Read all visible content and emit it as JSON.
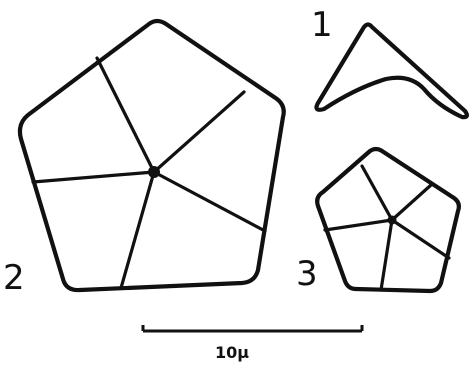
{
  "figure": {
    "labels": {
      "fig1": "1",
      "fig2": "2",
      "fig3": "3"
    },
    "scale_bar": {
      "label": "10μ"
    },
    "colors": {
      "ink": "#111111",
      "background": "#ffffff"
    }
  }
}
